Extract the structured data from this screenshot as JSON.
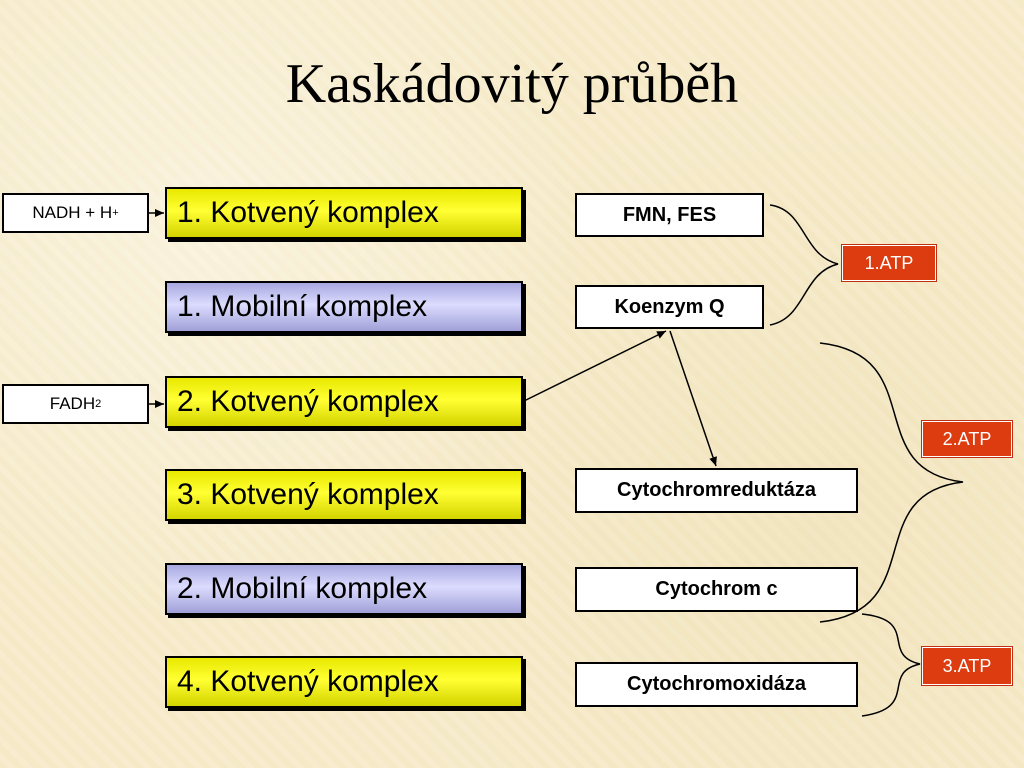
{
  "title": "Kaskádovitý průběh",
  "inputs": {
    "nadh": {
      "base": "NADH + H",
      "sup": "+"
    },
    "fadh": {
      "base": "FADH",
      "sub": "2"
    }
  },
  "complexes": [
    "1. Kotvený komplex",
    "1. Mobilní komplex",
    "2. Kotvený komplex",
    "3. Kotvený komplex",
    "2. Mobilní komplex",
    "4. Kotvený komplex"
  ],
  "components": [
    "FMN, FES",
    "Koenzym Q",
    "Cytochromreduktáza",
    "Cytochrom c",
    "Cytochromoxidáza"
  ],
  "atp": [
    "1.ATP",
    "2.ATP",
    "3.ATP"
  ],
  "colors": {
    "kotveny": "#ffff00",
    "mobilni": "#c8c8f0",
    "atp": "#dd3c10"
  }
}
